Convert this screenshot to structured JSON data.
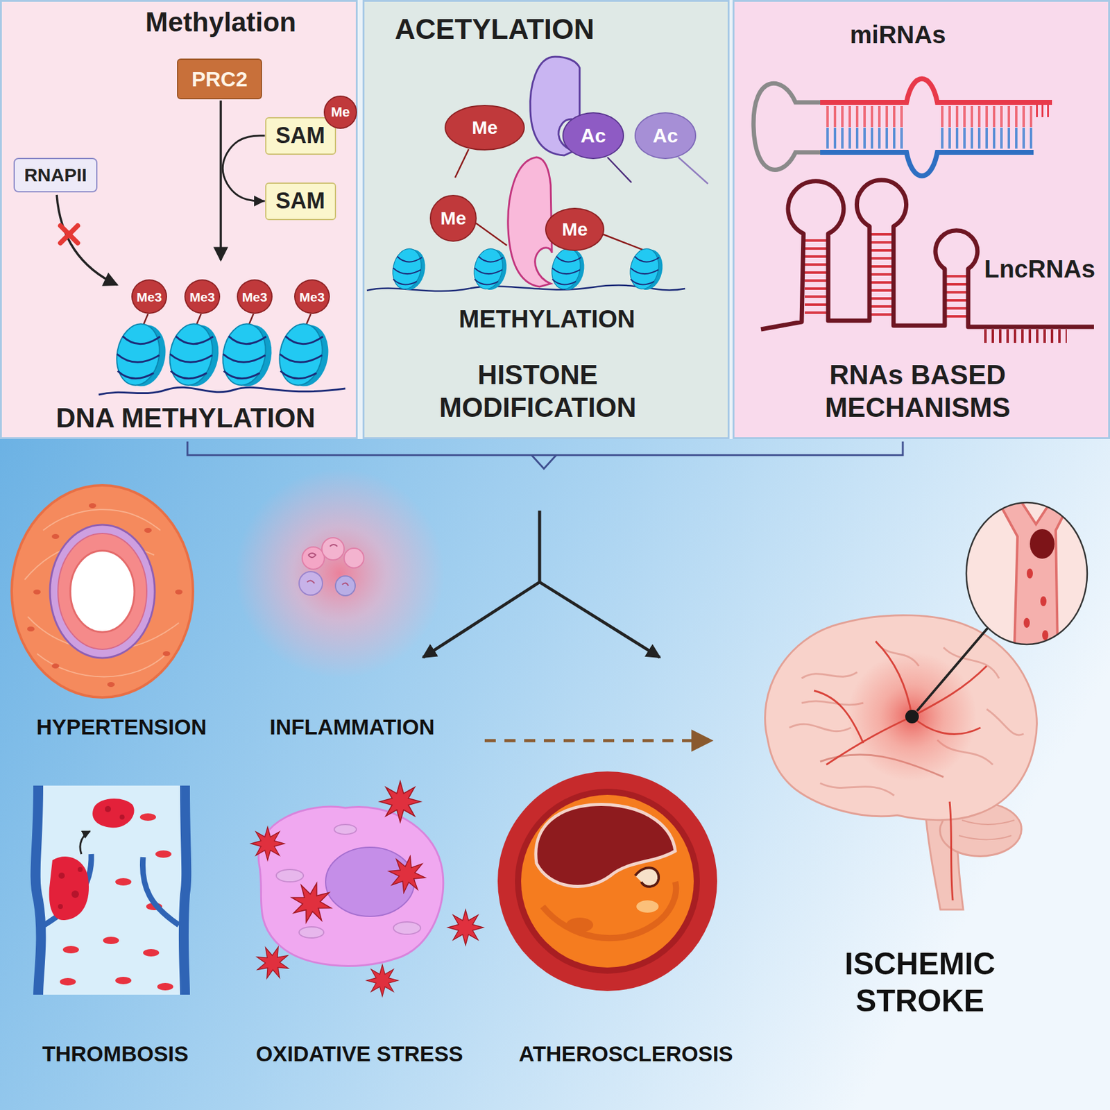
{
  "diagram": {
    "nodes": [
      {
        "text": [
          "Methylation",
          "DNA METHYLATION"
        ]
      },
      {
        "text": [
          "PRC2"
        ],
        "in": 0
      },
      {
        "text": [
          "Me"
        ],
        "in": 0
      },
      {
        "text": [
          "SAM"
        ],
        "in": 0
      },
      {
        "text": [
          "RNAPII"
        ],
        "in": 0
      },
      {
        "text": [
          "SAM"
        ],
        "in": 0
      },
      {
        "text": [
          "Me3"
        ],
        "in": 0
      },
      {
        "text": [
          "Me3"
        ],
        "in": 0
      },
      {
        "text": [
          "Me3"
        ],
        "in": 0
      },
      {
        "text": [
          "Me3"
        ],
        "in": 0
      },
      {
        "text": [
          "ACETYLATION",
          "METHYLATION",
          "HISTONE MODIFICATION"
        ]
      },
      {
        "text": [
          "Me"
        ],
        "in": 10
      },
      {
        "text": [
          "Ac"
        ],
        "in": 10
      },
      {
        "text": [
          "Ac"
        ],
        "in": 10
      },
      {
        "text": [
          "Me"
        ],
        "in": 10
      },
      {
        "text": [
          "Me"
        ],
        "in": 10
      },
      {
        "text": [
          "miRNAs",
          "LncRNAs",
          "RNAs BASED MECHANISMS"
        ]
      }
    ],
    "edges": [
      {
        "from": 3,
        "to": 5,
        "arrow": "to"
      }
    ],
    "labels": [
      "HYPERTENSION",
      "INFLAMMATION",
      "ISCHEMIC STROKE",
      "THROMBOSIS",
      "OXIDATIVE STRESS",
      "ATHEROSCLEROSIS"
    ]
  }
}
